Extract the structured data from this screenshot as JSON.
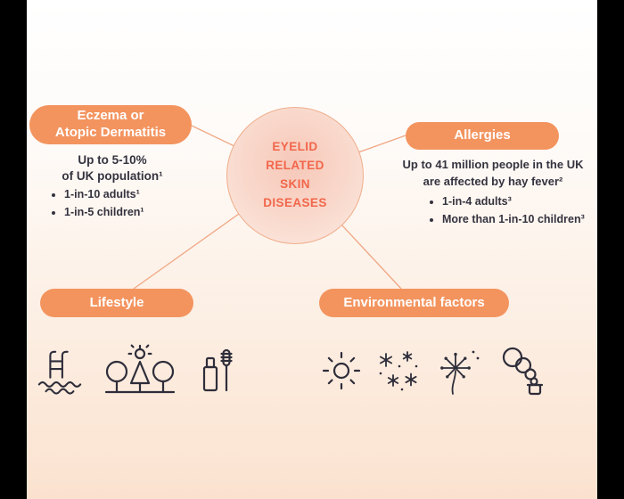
{
  "colors": {
    "pill": "#F3945F",
    "center_text": "#F2664B",
    "dark_text": "#34333F",
    "connector": "#F0A783",
    "background_top": "#FFFFFF",
    "background_bottom": "#FBE2CF",
    "letterbox": "#000000"
  },
  "center": {
    "title": "EYELID\nRELATED\nSKIN\nDISEASES"
  },
  "sections": {
    "eczema": {
      "label": "Eczema or\nAtopic Dermatitis",
      "stat": "Up to 5-10%\nof UK population¹",
      "bullets": [
        "1-in-10 adults¹",
        "1-in-5 children¹"
      ]
    },
    "allergies": {
      "label": "Allergies",
      "stat": "Up to 41 million people in the UK\nare affected by hay fever²",
      "bullets": [
        "1-in-4 adults³",
        "More than 1-in-10 children³"
      ]
    },
    "lifestyle": {
      "label": "Lifestyle",
      "icons": [
        "pool-icon",
        "trees-icon",
        "mascara-icon"
      ]
    },
    "environmental": {
      "label": "Environmental factors",
      "icons": [
        "sun-icon",
        "pollen-icon",
        "dandelion-icon",
        "smoke-icon"
      ]
    }
  }
}
